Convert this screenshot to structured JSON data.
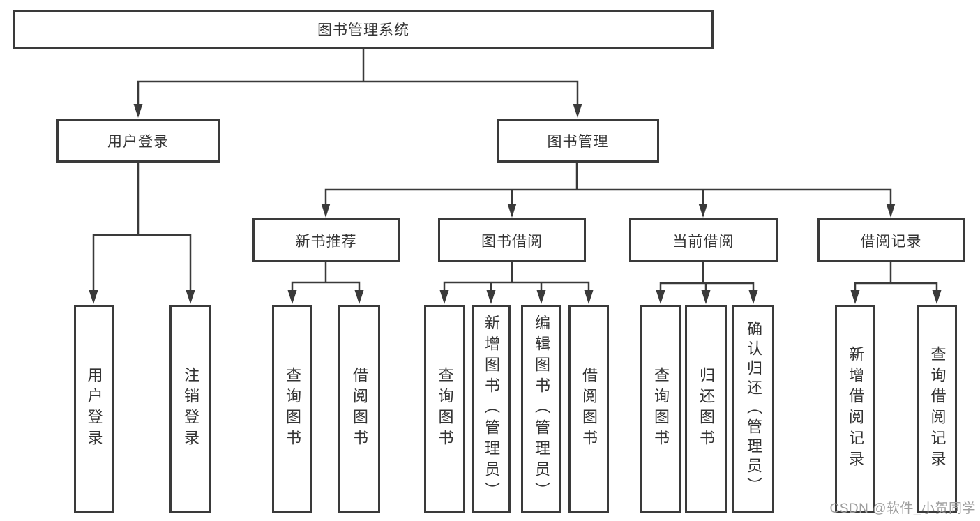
{
  "diagram": {
    "root": {
      "label": "图书管理系统"
    },
    "branches": [
      {
        "label": "用户登录",
        "children": [
          {
            "label": "用户登录"
          },
          {
            "label": "注销登录"
          }
        ]
      },
      {
        "label": "图书管理",
        "children": [
          {
            "label": "新书推荐",
            "children": [
              {
                "label": "查询图书"
              },
              {
                "label": "借阅图书"
              }
            ]
          },
          {
            "label": "图书借阅",
            "children": [
              {
                "label": "查询图书"
              },
              {
                "label": "新增图书（管理员）"
              },
              {
                "label": "编辑图书（管理员）"
              },
              {
                "label": "借阅图书"
              }
            ]
          },
          {
            "label": "当前借阅",
            "children": [
              {
                "label": "查询图书"
              },
              {
                "label": "归还图书"
              },
              {
                "label": "确认归还（管理员）"
              }
            ]
          },
          {
            "label": "借阅记录",
            "children": [
              {
                "label": "新增借阅记录"
              },
              {
                "label": "查询借阅记录"
              }
            ]
          }
        ]
      }
    ]
  },
  "watermark": {
    "text": "CSDN @软件_小贺同学"
  },
  "colors": {
    "line": "#3a3a3a",
    "box_border": "#3a3a3a",
    "box_fill": "#ffffff",
    "background": "#ffffff",
    "watermark": "#9e9e9e"
  }
}
